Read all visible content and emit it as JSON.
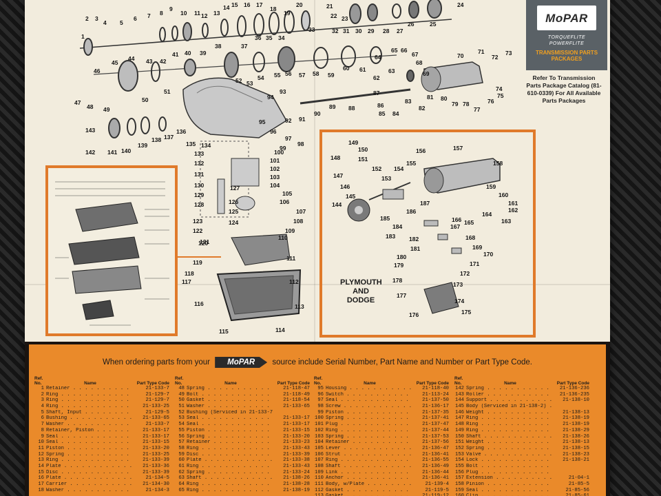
{
  "brand": {
    "logo": "MoPAR",
    "sub1": "TORQUEFLITE",
    "sub2": "POWERFLITE",
    "banner": "TRANSMISSION PARTS PACKAGES"
  },
  "refer_text": "Refer To Transmission Parts Package Catalog (81-610-0339) For All Available Parts Packages",
  "caption": "PLYMOUTH AND DODGE",
  "callouts_top": [
    "1",
    "2",
    "3",
    "4",
    "5",
    "6",
    "7",
    "8",
    "9",
    "10",
    "11",
    "12",
    "13",
    "14",
    "15",
    "16",
    "17",
    "18",
    "19",
    "20",
    "21",
    "22",
    "23",
    "24",
    "25",
    "26",
    "27",
    "28",
    "29",
    "30",
    "31",
    "32",
    "33",
    "34",
    "35",
    "36",
    "37",
    "38",
    "39",
    "40",
    "41",
    "42",
    "43",
    "44",
    "45",
    "46",
    "47",
    "48",
    "49",
    "50",
    "51",
    "52",
    "53",
    "54",
    "55",
    "56",
    "57",
    "58",
    "59",
    "60",
    "61",
    "62",
    "63",
    "64",
    "65",
    "66",
    "67",
    "68",
    "69",
    "70",
    "71",
    "72",
    "73",
    "74",
    "75",
    "76",
    "77",
    "78",
    "79",
    "80",
    "81",
    "82",
    "83",
    "84",
    "85",
    "86",
    "87",
    "88",
    "89",
    "90",
    "91",
    "92",
    "93",
    "94",
    "95",
    "96",
    "97",
    "98",
    "99",
    "100",
    "101",
    "102",
    "103",
    "104",
    "105",
    "106",
    "107",
    "108",
    "109",
    "110",
    "111",
    "112",
    "113",
    "114",
    "115",
    "116",
    "117",
    "118",
    "119",
    "120",
    "121",
    "122",
    "123",
    "124",
    "125",
    "126",
    "127",
    "128",
    "129",
    "130",
    "131",
    "132",
    "133",
    "134",
    "135",
    "136",
    "137",
    "138",
    "139",
    "140",
    "141",
    "142",
    "143",
    "144",
    "145",
    "146",
    "147",
    "148",
    "149",
    "150",
    "151",
    "152",
    "153",
    "154",
    "155",
    "156",
    "157",
    "158",
    "159",
    "160",
    "161",
    "162",
    "163",
    "164",
    "165",
    "166",
    "167",
    "168",
    "169",
    "170",
    "171",
    "172",
    "173",
    "174",
    "175",
    "176",
    "177",
    "178",
    "179",
    "180",
    "181",
    "182",
    "183",
    "184",
    "185",
    "186",
    "187"
  ],
  "order": {
    "prefix": "When ordering parts from your",
    "logo": "MoPAR",
    "suffix": "source include Serial Number, Part Name and Number or Part Type Code."
  },
  "table_headers": {
    "ref": "Ref. No.",
    "name": "Name",
    "code": "Part Type Code"
  },
  "columns": [
    [
      [
        "1",
        "Retainer",
        "21-133-7"
      ],
      [
        "2",
        "Ring",
        "21-129-7"
      ],
      [
        "3",
        "Ring",
        "21-129-7"
      ],
      [
        "4",
        "Ring",
        "21-133-25"
      ],
      [
        "5",
        "Shaft, Input",
        "21-129-5"
      ],
      [
        "6",
        "Bushing",
        "21-133-65"
      ],
      [
        "7",
        "Washer",
        "21-133-7"
      ],
      [
        "8",
        "Retainer, Piston",
        "21-133-17"
      ],
      [
        "9",
        "Seal",
        "21-133-17"
      ],
      [
        "10",
        "Seal",
        "21-133-15"
      ],
      [
        "11",
        "Piston",
        "21-133-20"
      ],
      [
        "12",
        "Spring",
        "21-133-25"
      ],
      [
        "13",
        "Ring",
        "21-133-39"
      ],
      [
        "14",
        "Plate",
        "21-133-36"
      ],
      [
        "15",
        "Disc",
        "21-133-39"
      ],
      [
        "16",
        "Plate",
        "21-134-5"
      ],
      [
        "17",
        "Carrier",
        "21-134-30"
      ],
      [
        "18",
        "Washer",
        "21-134-3"
      ]
    ],
    [
      [
        "48",
        "Spring",
        "21-118-47"
      ],
      [
        "49",
        "Bolt",
        "21-118-49"
      ],
      [
        "50",
        "Gasket",
        "21-118-54"
      ],
      [
        "51",
        "Washer",
        "21-133-65"
      ],
      [
        "52",
        "Bushing (Serviced in 21-133-7)",
        ""
      ],
      [
        "53",
        "Seal",
        "21-133-17"
      ],
      [
        "54",
        "Seal",
        "21-133-17"
      ],
      [
        "55",
        "Piston",
        "21-133-15"
      ],
      [
        "56",
        "Spring",
        "21-133-20"
      ],
      [
        "57",
        "Retainer",
        "21-133-23"
      ],
      [
        "58",
        "Ring",
        "21-133-43"
      ],
      [
        "59",
        "Disc",
        "21-133-39"
      ],
      [
        "60",
        "Plate",
        "21-133-38"
      ],
      [
        "61",
        "Ring",
        "21-133-43"
      ],
      [
        "62",
        "Spring",
        "21-133-24"
      ],
      [
        "63",
        "Shaft",
        "21-138-26"
      ],
      [
        "64",
        "Ring",
        "21-138-28"
      ],
      [
        "65",
        "Ring",
        "21-138-19"
      ]
    ],
    [
      [
        "95",
        "Housing",
        "21-118-40"
      ],
      [
        "96",
        "Switch",
        "21-113-24"
      ],
      [
        "97",
        "Seal",
        "21-137-50"
      ],
      [
        "98",
        "Screw",
        "21-136-17"
      ],
      [
        "99",
        "Piston",
        "21-137-35"
      ],
      [
        "100",
        "Spring",
        "21-137-41"
      ],
      [
        "101",
        "Plug",
        "21-137-47"
      ],
      [
        "102",
        "Ring",
        "21-137-44"
      ],
      [
        "103",
        "Spring",
        "21-137-53"
      ],
      [
        "104",
        "Retainer",
        "21-137-56"
      ],
      [
        "105",
        "Lever",
        "21-136-47"
      ],
      [
        "106",
        "Strut",
        "21-136-41"
      ],
      [
        "107",
        "Ring",
        "21-136-55"
      ],
      [
        "108",
        "Shaft",
        "21-136-49"
      ],
      [
        "109",
        "Link",
        "21-136-44"
      ],
      [
        "110",
        "Anchor",
        "21-136-41"
      ],
      [
        "111",
        "Body, w/Plate",
        "21-139-4"
      ],
      [
        "112",
        "Gasket",
        "21-119-5"
      ],
      [
        "113",
        "Gasket",
        "21-119-12"
      ]
    ],
    [
      [
        "142",
        "Spring",
        "21-136-236"
      ],
      [
        "143",
        "Roller",
        "21-136-235"
      ],
      [
        "144",
        "Support",
        "21-138-10"
      ],
      [
        "145",
        "Body (Serviced in 21-138-2)",
        ""
      ],
      [
        "146",
        "Weight",
        "21-138-13"
      ],
      [
        "147",
        "Ring",
        "21-138-19"
      ],
      [
        "148",
        "Ring",
        "21-138-19"
      ],
      [
        "149",
        "Ring",
        "21-138-29"
      ],
      [
        "150",
        "Shaft",
        "21-138-26"
      ],
      [
        "151",
        "Weight",
        "21-138-13"
      ],
      [
        "152",
        "Spring",
        "21-138-15"
      ],
      [
        "153",
        "Valve",
        "21-138-23"
      ],
      [
        "154",
        "Lock",
        "21-138-21"
      ],
      [
        "155",
        "Bolt",
        ""
      ],
      [
        "156",
        "Plug",
        ""
      ],
      [
        "157",
        "Extension",
        "21-04-1"
      ],
      [
        "158",
        "Pinion",
        "21-85-5"
      ],
      [
        "159",
        "Seal",
        "21-85-56"
      ],
      [
        "160",
        "Clip",
        "21-85-61"
      ]
    ]
  ]
}
